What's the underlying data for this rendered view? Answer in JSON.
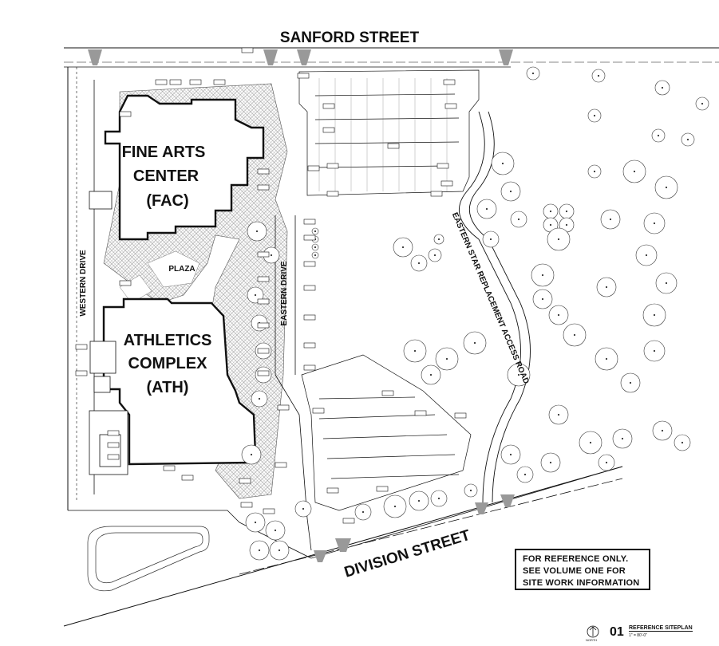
{
  "streets": {
    "north": "SANFORD STREET",
    "south": "DIVISION STREET",
    "west": "WESTERN DRIVE",
    "east_drive": "EASTERN DRIVE",
    "east_road": "EASTERN STAR REPLACEMENT ACCESS ROAD"
  },
  "buildings": {
    "fac": {
      "line1": "FINE ARTS",
      "line2": "CENTER",
      "line3": "(FAC)"
    },
    "ath": {
      "line1": "ATHLETICS",
      "line2": "COMPLEX",
      "line3": "(ATH)"
    },
    "plaza": "PLAZA"
  },
  "note": {
    "line1": "FOR REFERENCE ONLY.",
    "line2": "SEE VOLUME ONE FOR",
    "line3": "SITE WORK INFORMATION"
  },
  "title_block": {
    "number": "01",
    "title": "REFERENCE SITEPLAN",
    "scale": "1\" = 80'-0\"",
    "north": "NORTH"
  },
  "colors": {
    "ink": "#111111",
    "hatch": "#8a8a8a",
    "paper": "#ffffff"
  }
}
